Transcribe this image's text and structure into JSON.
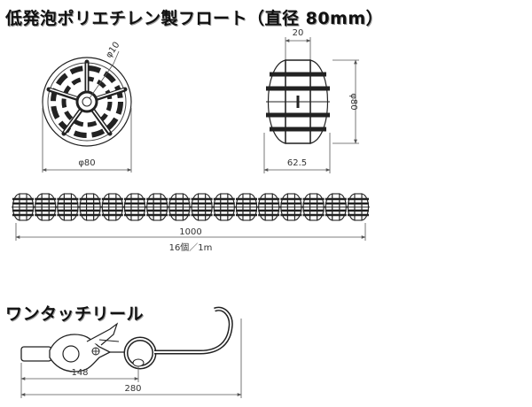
{
  "titles": {
    "float": "低発泡ポリエチレン製フロート（直径 80mm）",
    "reel": "ワンタッチリール"
  },
  "float_front": {
    "diameter_label": "φ80",
    "hole_label": "φ10"
  },
  "float_side": {
    "width_label": "20",
    "length_label": "62.5",
    "diameter_label": "φ80"
  },
  "float_line": {
    "length_label": "1000",
    "spacing_label": "16個／1m",
    "count": 16
  },
  "reel": {
    "short_label": "148",
    "total_label": "280"
  }
}
